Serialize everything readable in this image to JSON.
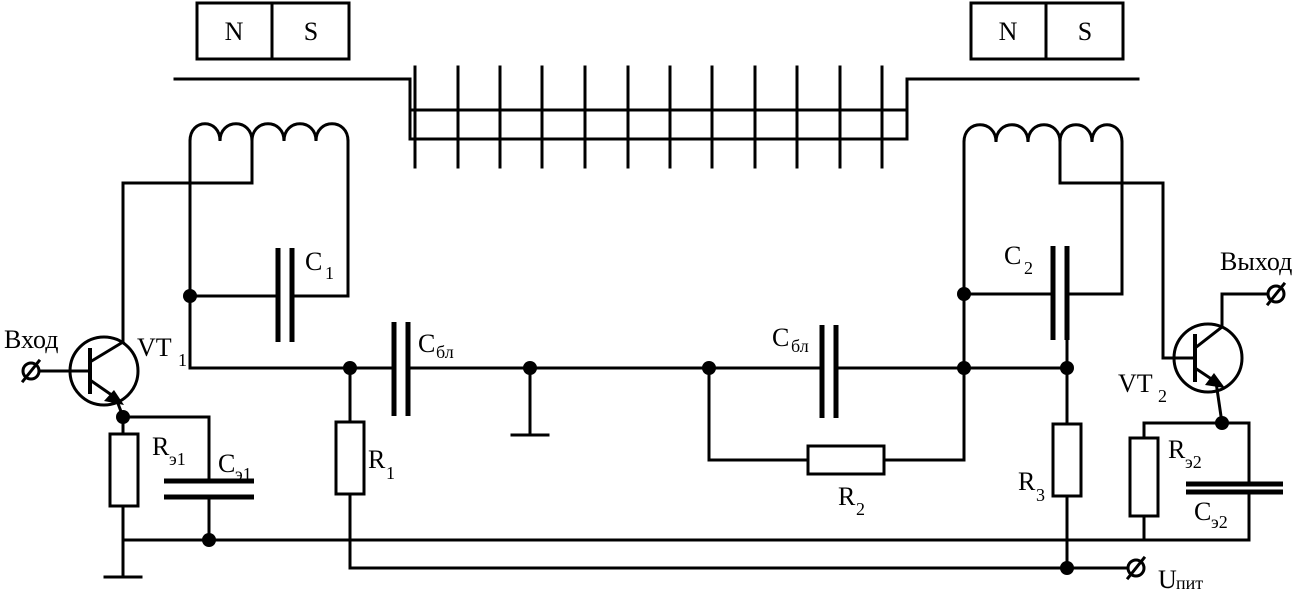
{
  "magnets": {
    "left": {
      "n": "N",
      "s": "S"
    },
    "right": {
      "n": "N",
      "s": "S"
    }
  },
  "labels": {
    "input": "Вход",
    "output": "Выход",
    "vt1": {
      "main": "VT",
      "sub": "1"
    },
    "vt2": {
      "main": "VT",
      "sub": "2"
    },
    "c1": {
      "main": "C",
      "sub": "1"
    },
    "c2": {
      "main": "C",
      "sub": "2"
    },
    "cbl_left": {
      "main": "C",
      "sub": "бл"
    },
    "cbl_right": {
      "main": "C",
      "sub": "бл"
    },
    "r1": {
      "main": "R",
      "sub": "1"
    },
    "r2": {
      "main": "R",
      "sub": "2"
    },
    "r3": {
      "main": "R",
      "sub": "3"
    },
    "re1": {
      "main": "R",
      "sub": "э1"
    },
    "re2": {
      "main": "R",
      "sub": "э2"
    },
    "ce1": {
      "main": "C",
      "sub": "э1"
    },
    "ce2": {
      "main": "C",
      "sub": "э2"
    },
    "supply": {
      "main": "U",
      "sub": "пит"
    }
  }
}
